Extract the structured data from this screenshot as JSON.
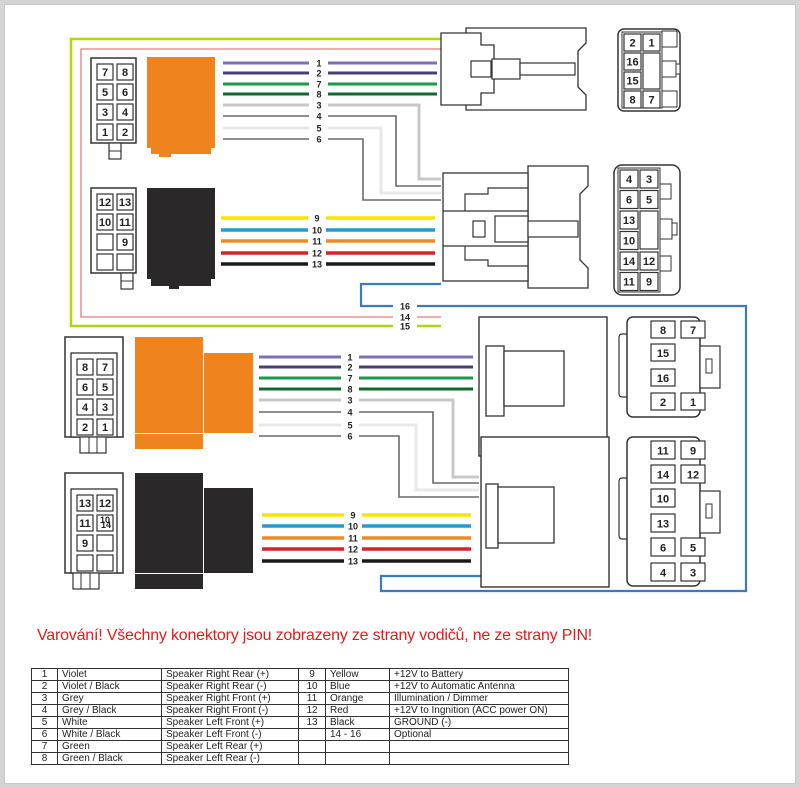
{
  "warning": "Varování! Všechny konektory jsou zobrazeny ze strany vodičů, ne ze strany PIN!",
  "colors": {
    "violet": "#7f6fb7",
    "violet_black": "#4a3f7a",
    "green": "#1a9a4a",
    "green_black": "#0d6b30",
    "grey": "#c8c8c8",
    "grey_black": "#6a6a6a",
    "white": "#e8e8e8",
    "white_black": "#6a6a6a",
    "yellow": "#f5e600",
    "blue": "#1f9bd7",
    "orange": "#ee8a2a",
    "red": "#dd1f26",
    "black": "#1a1a1a",
    "antenna_blue": "#3a7abf",
    "pin15_pink": "#e97b7b",
    "pin16_lime": "#b9d400",
    "connector_orange": "#ef841f",
    "connector_black": "#2a2828",
    "warning_red": "#e11c1c"
  },
  "top_section": {
    "iso_speaker_connector": {
      "pins": [
        [
          "7",
          "8"
        ],
        [
          "5",
          "6"
        ],
        [
          "3",
          "4"
        ],
        [
          "1",
          "2"
        ]
      ]
    },
    "iso_power_connector": {
      "pins": [
        [
          "12",
          "13"
        ],
        [
          "10",
          "11"
        ],
        [
          "",
          "9"
        ],
        [
          "",
          ""
        ]
      ]
    },
    "speaker_wires": [
      {
        "label": "1",
        "color": "violet"
      },
      {
        "label": "2",
        "color": "violet_black"
      },
      {
        "label": "7",
        "color": "green"
      },
      {
        "label": "8",
        "color": "green_black"
      },
      {
        "label": "3",
        "color": "grey"
      },
      {
        "label": "4",
        "color": "grey_black"
      },
      {
        "label": "5",
        "color": "white"
      },
      {
        "label": "6",
        "color": "white_black"
      }
    ],
    "power_wires": [
      {
        "label": "9",
        "color": "yellow"
      },
      {
        "label": "10",
        "color": "blue"
      },
      {
        "label": "11",
        "color": "orange"
      },
      {
        "label": "12",
        "color": "red"
      },
      {
        "label": "13",
        "color": "black"
      }
    ],
    "extra_wires": [
      {
        "label": "14",
        "color": "antenna_blue"
      },
      {
        "label": "15",
        "color": "pin15_pink"
      },
      {
        "label": "16",
        "color": "pin16_lime"
      }
    ],
    "car_connector_small": {
      "pins": [
        [
          "2",
          "1"
        ],
        [
          "16",
          ""
        ],
        [
          "15",
          ""
        ],
        [
          "8",
          "7"
        ]
      ]
    },
    "car_connector_large": {
      "pins": [
        [
          "4",
          "3"
        ],
        [
          "6",
          "5"
        ],
        [
          "13",
          ""
        ],
        [
          "10",
          ""
        ],
        [
          "14",
          "12"
        ],
        [
          "11",
          "9"
        ]
      ]
    }
  },
  "bottom_section": {
    "iso_speaker_connector": {
      "pins": [
        [
          "8",
          "7"
        ],
        [
          "6",
          "5"
        ],
        [
          "4",
          "3"
        ],
        [
          "2",
          "1"
        ]
      ]
    },
    "iso_power_connector": {
      "pins": [
        [
          "13",
          "12"
        ],
        [
          "11",
          "10/14"
        ],
        [
          "9",
          ""
        ],
        [
          "",
          ""
        ]
      ]
    },
    "speaker_wires": [
      {
        "label": "1",
        "color": "violet"
      },
      {
        "label": "2",
        "color": "violet_black"
      },
      {
        "label": "7",
        "color": "green"
      },
      {
        "label": "8",
        "color": "green_black"
      },
      {
        "label": "3",
        "color": "grey"
      },
      {
        "label": "4",
        "color": "grey_black"
      },
      {
        "label": "5",
        "color": "white"
      },
      {
        "label": "6",
        "color": "white_black"
      }
    ],
    "power_wires": [
      {
        "label": "9",
        "color": "yellow"
      },
      {
        "label": "10",
        "color": "blue"
      },
      {
        "label": "11",
        "color": "orange"
      },
      {
        "label": "12",
        "color": "red"
      },
      {
        "label": "13",
        "color": "black"
      }
    ],
    "car_connector_small": {
      "pins": [
        [
          "8",
          "7"
        ],
        [
          "15",
          ""
        ],
        [
          "16",
          ""
        ],
        [
          "2",
          "1"
        ]
      ]
    },
    "car_connector_large": {
      "pins": [
        [
          "11",
          "9"
        ],
        [
          "14",
          "12"
        ],
        [
          "10",
          ""
        ],
        [
          "13",
          ""
        ],
        [
          "6",
          "5"
        ],
        [
          "4",
          "3"
        ]
      ]
    }
  },
  "legend": {
    "rows": [
      {
        "n1": "1",
        "c1": "Violet",
        "f1": "Speaker Right Rear (+)",
        "n2": "9",
        "c2": "Yellow",
        "f2": "+12V to Battery"
      },
      {
        "n1": "2",
        "c1": "Violet / Black",
        "f1": "Speaker Right Rear (-)",
        "n2": "10",
        "c2": "Blue",
        "f2": "+12V to Automatic Antenna"
      },
      {
        "n1": "3",
        "c1": "Grey",
        "f1": "Speaker Right Front (+)",
        "n2": "11",
        "c2": "Orange",
        "f2": "Illumination / Dimmer"
      },
      {
        "n1": "4",
        "c1": "Grey / Black",
        "f1": "Speaker Right Front (-)",
        "n2": "12",
        "c2": "Red",
        "f2": "+12V to Ingnition (ACC power ON)"
      },
      {
        "n1": "5",
        "c1": "White",
        "f1": "Speaker Left Front (+)",
        "n2": "13",
        "c2": "Black",
        "f2": "GROUND (-)"
      },
      {
        "n1": "6",
        "c1": "White / Black",
        "f1": "Speaker Left Front (-)",
        "n2": "",
        "c2": "14 - 16",
        "f2": "Optional"
      },
      {
        "n1": "7",
        "c1": "Green",
        "f1": "Speaker Left Rear (+)",
        "n2": "",
        "c2": "",
        "f2": ""
      },
      {
        "n1": "8",
        "c1": "Green / Black",
        "f1": "Speaker Left Rear (-)",
        "n2": "",
        "c2": "",
        "f2": ""
      }
    ]
  }
}
